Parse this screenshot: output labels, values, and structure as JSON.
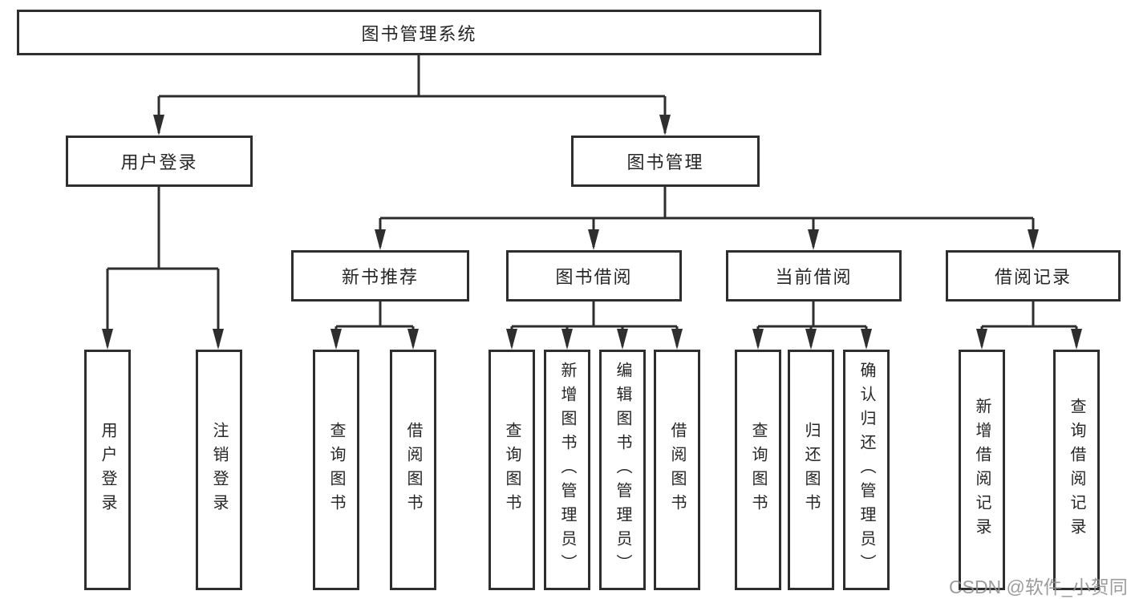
{
  "diagram": {
    "title": "图书管理系统",
    "level2": [
      {
        "label": "用户登录"
      },
      {
        "label": "图书管理"
      }
    ],
    "level3": [
      {
        "label": "新书推荐"
      },
      {
        "label": "图书借阅"
      },
      {
        "label": "当前借阅"
      },
      {
        "label": "借阅记录"
      }
    ],
    "leaves": [
      {
        "label": "用户登录"
      },
      {
        "label": "注销登录"
      },
      {
        "label": "查询图书"
      },
      {
        "label": "借阅图书"
      },
      {
        "label": "查询图书"
      },
      {
        "label": "新增图书（管理员）"
      },
      {
        "label": "编辑图书（管理员）"
      },
      {
        "label": "借阅图书"
      },
      {
        "label": "查询图书"
      },
      {
        "label": "归还图书"
      },
      {
        "label": "确认归还（管理员）"
      },
      {
        "label": "新增借阅记录"
      },
      {
        "label": "查询借阅记录"
      }
    ],
    "watermark": "CSDN @软件_小贺同学",
    "colors": {
      "line": "#2e2e2e",
      "text": "#262626",
      "watermark": "#8f8f8f",
      "background": "#ffffff"
    }
  }
}
